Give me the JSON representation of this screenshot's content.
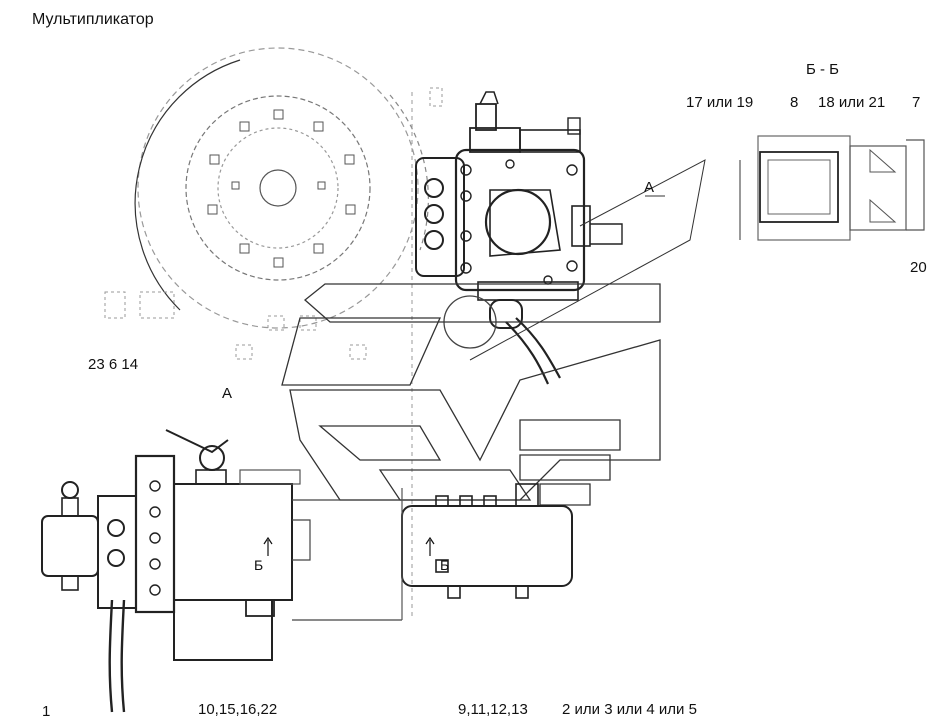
{
  "title": "Мультипликатор",
  "section_label": "Б - Б",
  "callouts": {
    "top_right_1": "17 или 19",
    "top_right_2": "8",
    "top_right_3": "18 или 21",
    "top_right_4": "7",
    "right_20": "20",
    "left_group": "23  6 14",
    "view_a": "А",
    "arrow_a": "А",
    "b_left": "Б",
    "b_right": "Б",
    "bottom_1": "1",
    "bottom_2": "10,15,16,22",
    "bottom_3": "9,11,12,13",
    "bottom_4": "2 или 3 или 4 или 5"
  }
}
